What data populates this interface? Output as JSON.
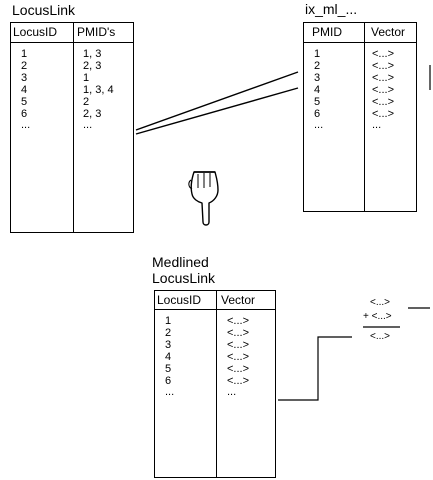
{
  "locuslink_table": {
    "title": "LocusLink",
    "headers": [
      "LocusID",
      "PMID's"
    ],
    "rows": [
      [
        "1",
        "1, 3"
      ],
      [
        "2",
        "2, 3"
      ],
      [
        "3",
        "1"
      ],
      [
        "4",
        "1, 3, 4"
      ],
      [
        "5",
        "2"
      ],
      [
        "6",
        "2, 3"
      ],
      [
        "...",
        "..."
      ]
    ]
  },
  "ixml_table": {
    "title": "ix_ml_...",
    "headers": [
      "PMID",
      "Vector"
    ],
    "rows": [
      [
        "1",
        "<...>"
      ],
      [
        "2",
        "<...>"
      ],
      [
        "3",
        "<...>"
      ],
      [
        "4",
        "<...>"
      ],
      [
        "5",
        "<...>"
      ],
      [
        "6",
        "<...>"
      ],
      [
        "...",
        "..."
      ]
    ]
  },
  "medlined_table": {
    "title_line1": "Medlined",
    "title_line2": "LocusLink",
    "headers": [
      "LocusID",
      "Vector"
    ],
    "rows": [
      [
        "1",
        "<...>"
      ],
      [
        "2",
        "<...>"
      ],
      [
        "3",
        "<...>"
      ],
      [
        "4",
        "<...>"
      ],
      [
        "5",
        "<...>"
      ],
      [
        "6",
        "<...>"
      ],
      [
        "...",
        "..."
      ]
    ]
  },
  "formula": {
    "term1": "<...>",
    "term2": "+ <...>",
    "result": "<...>"
  },
  "icons": {
    "pointing_hand": "pointing-down-hand-icon"
  }
}
